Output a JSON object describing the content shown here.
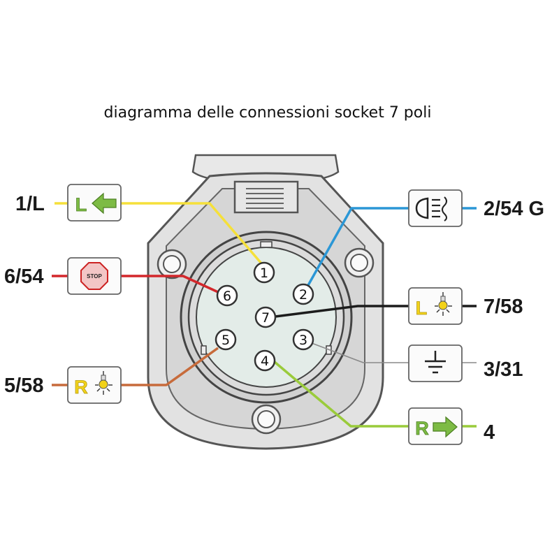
{
  "title": "diagramma delle connessioni socket 7 poli",
  "terminals": {
    "t1": "1/L",
    "t2": "2/54 G",
    "t3": "3/31",
    "t4": "4",
    "t5": "5/58",
    "t6": "6/54",
    "t7": "7/58"
  },
  "pins": {
    "p1": "1",
    "p2": "2",
    "p3": "3",
    "p4": "4",
    "p5": "5",
    "p6": "6",
    "p7": "7"
  },
  "icons": {
    "left_letter": "L",
    "right_letter": "R",
    "stop_text": "STOP",
    "left_turn": "left-turn-signal-icon",
    "right_turn": "right-turn-signal-icon",
    "fog": "rear-fog-light-icon",
    "stop": "stop-brake-light-icon",
    "ground": "ground-icon",
    "left_tail": "left-tail-light-icon",
    "right_tail": "right-tail-light-icon"
  },
  "colors": {
    "yellow_wire": "#f5e03a",
    "blue_wire": "#2b97d6",
    "red_wire": "#d3272b",
    "black_wire": "#1c1c1c",
    "gray_wire": "#8a8a8a",
    "green_wire": "#9acb3b",
    "brown_wire": "#c76b3b",
    "icon_green": "#7dbb44",
    "icon_yellow": "#f2d21a"
  }
}
